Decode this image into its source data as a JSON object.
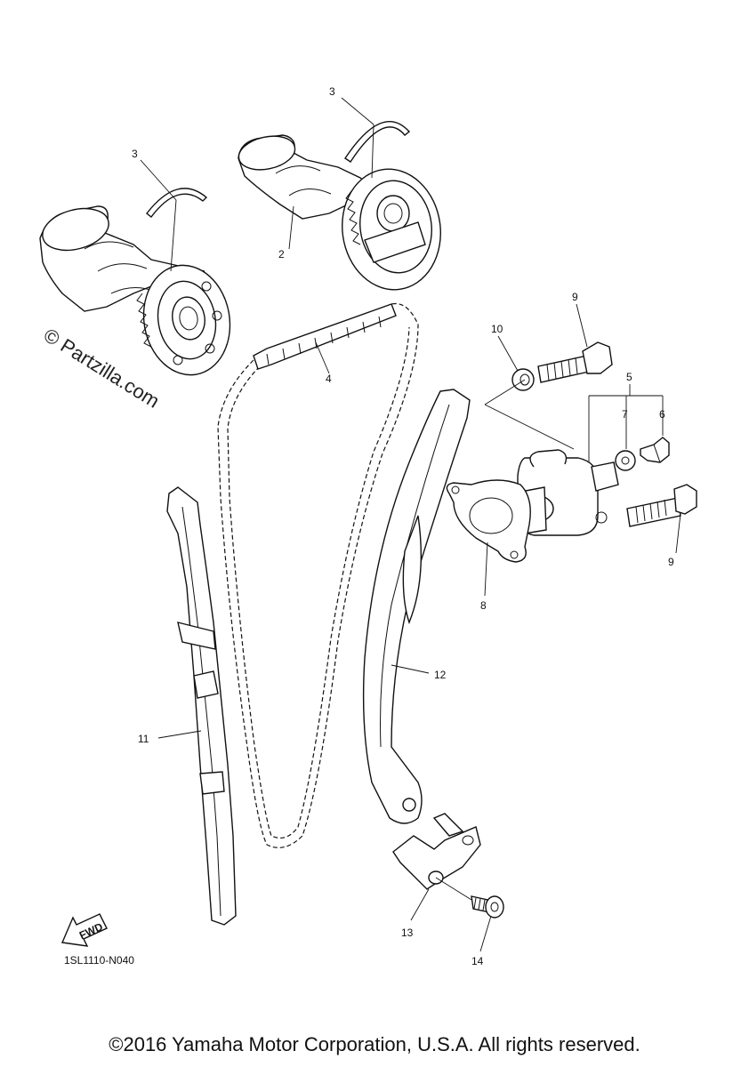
{
  "diagram": {
    "watermark": "© Partzilla.com",
    "code": "1SL1110-N040",
    "fwd_label": "FWD",
    "copyright": "©2016 Yamaha Motor Corporation, U.S.A. All rights reserved.",
    "callouts": {
      "p2": "2",
      "p3a": "3",
      "p3b": "3",
      "p4": "4",
      "p5": "5",
      "p6": "6",
      "p7": "7",
      "p8": "8",
      "p9a": "9",
      "p9b": "9",
      "p10": "10",
      "p11": "11",
      "p12": "12",
      "p13": "13",
      "p14": "14"
    }
  }
}
